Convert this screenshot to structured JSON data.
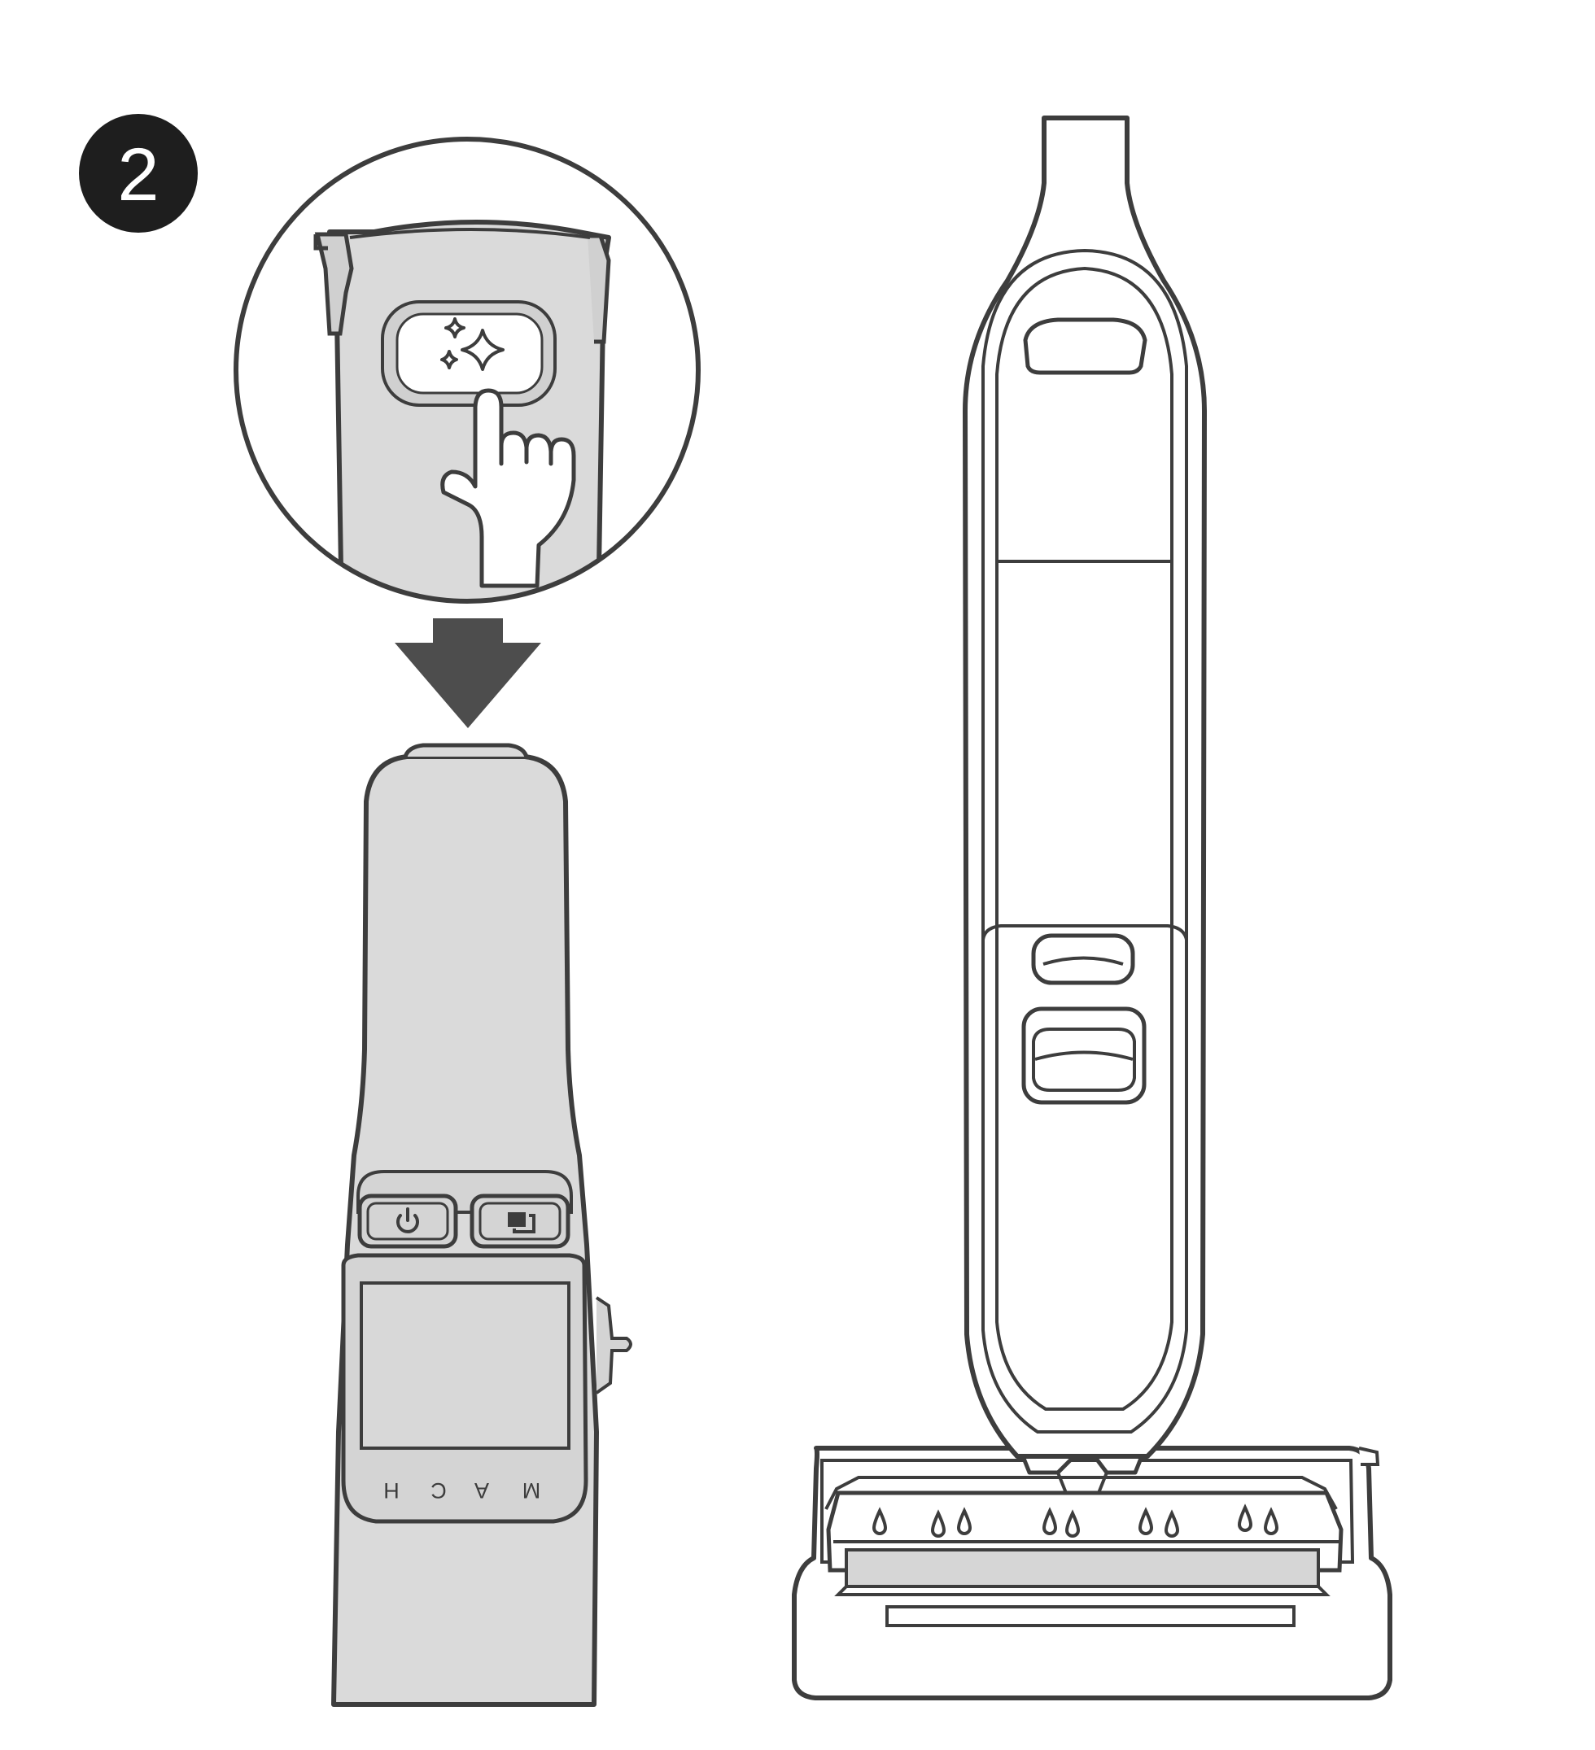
{
  "step": {
    "number": "2"
  },
  "brand": {
    "letters": [
      "H",
      "C",
      "A",
      "M"
    ]
  },
  "colors": {
    "outline": "#3d3d3d",
    "body_fill": "#dadada",
    "arrow_fill": "#4d4d4d",
    "badge_fill": "#1e1e1e",
    "background": "#ffffff"
  },
  "icons": {
    "step_badge": "number-circle",
    "zoom_callout": "self-clean-button-closeup",
    "clean_button": "sparkle-icon",
    "hand": "pointing-finger-icon",
    "arrow": "down-arrow-icon",
    "power_button": "power-icon",
    "mode_button": "mode-icon",
    "water_drops": "water-drop-icon"
  }
}
